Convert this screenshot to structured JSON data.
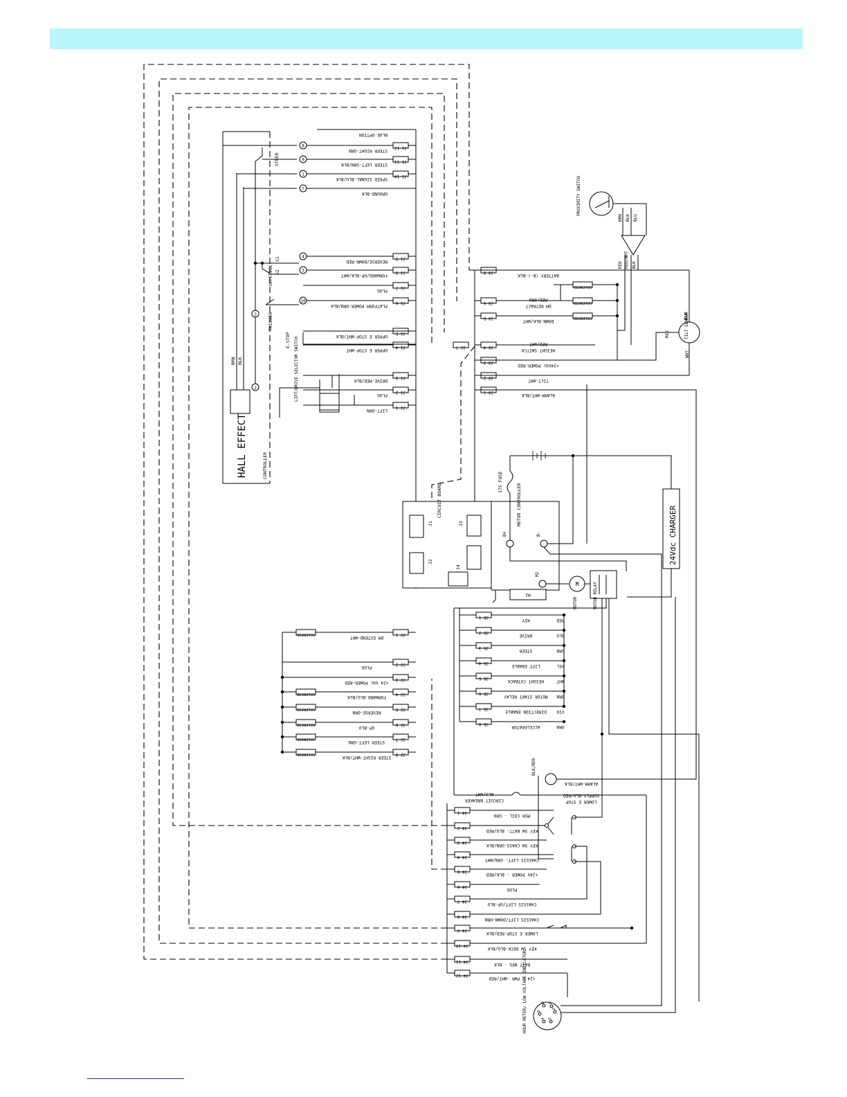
{
  "colors": {
    "header_band": "#b8f6fb",
    "footer_rule": "#1f2b9c",
    "ink": "#000000"
  },
  "controller": {
    "title": "HALL EFFECT",
    "subtitle": "CONTROLLER",
    "wires": [
      "BRN",
      "BLK"
    ],
    "steer": "STEER",
    "joystick": "JOYSTICK",
    "trigger": "TRIGGER",
    "s1": "S1",
    "s2": "S2",
    "estop": "E-STOP",
    "selector": "LIFT/DRIVE SELECTOR SWITCH"
  },
  "j1_rows": [
    {
      "label": "BLUE-OPTION",
      "pin": "",
      "num": ""
    },
    {
      "label": "STEER RIGHT-GRN",
      "pin": "J1-12",
      "num": "8"
    },
    {
      "label": "STEER LEFT-GRN/BLK",
      "pin": "J1-11",
      "num": "9"
    },
    {
      "label": "SPEED SIGNAL-BLU/BLK",
      "pin": "J1-10",
      "num": "1"
    },
    {
      "label": "GROUND-BLK",
      "pin": "",
      "num": "7"
    },
    {
      "label": "REVERSE/DOWN-RED",
      "pin": "J1-9",
      "num": "4"
    },
    {
      "label": "FORWARD/UP-BLK/WHT",
      "pin": "J1-8",
      "num": "5"
    },
    {
      "label": "PLUG",
      "pin": "J1-7",
      "num": ""
    },
    {
      "label": "PLATFORM POWER-ORN/BLK",
      "pin": "J1-6",
      "num": "10"
    },
    {
      "label": "UPPER E STOP-WHT/BLK",
      "pin": "J1-5",
      "num": ""
    },
    {
      "label": "UPPER E STOP-WHT",
      "pin": "J1-4",
      "num": ""
    },
    {
      "label": "DRIVE-RED/BLK",
      "pin": "J1-3",
      "num": ""
    },
    {
      "label": "PLUG",
      "pin": "J1-2",
      "num": ""
    },
    {
      "label": "LIFT-ORN",
      "pin": "J1-1",
      "num": ""
    }
  ],
  "j3_rows": [
    {
      "label": "BATTERY (B-)-BLK",
      "pin": "J3-8"
    },
    {
      "label": "DM RETRACT",
      "label2": "RED/GRN",
      "pin": "J3-6"
    },
    {
      "label": "DOWN-BLK/WHT",
      "pin": "J3-5"
    },
    {
      "label": "HEIGHT SWITCH",
      "label2": "RED/WHT",
      "pin": "J3-4"
    },
    {
      "label": "+24Vdc POWER-RED",
      "pin": "J3-3"
    },
    {
      "label": "TILT-WHT",
      "pin": "J3-2"
    },
    {
      "label": "ALARM-WHT/BLK",
      "pin": "J3-1"
    }
  ],
  "j3_extra_pin": "J2-7",
  "solenoid": "SOLENOID",
  "proximity": {
    "label": "PROXIMITY SWITCH",
    "wires": [
      "BRN",
      "BLK",
      "BLU"
    ],
    "feed": [
      "RED",
      "RED/WHT",
      "BLK"
    ]
  },
  "tilt": {
    "label": "TILT SENSOR",
    "wires": [
      "BLK",
      "RED",
      "WHT"
    ]
  },
  "board": {
    "label": "CIRCUIT BOARD",
    "j1": "J1",
    "j2": "J2",
    "j3": "J3",
    "j4": "J4"
  },
  "power": {
    "fuse": "175 FUSE",
    "charger": "24Vdc CHARGER",
    "motor_controller": "MOTOR CONTROLLER",
    "b_plus": "B+",
    "b_minus": "B-",
    "m2": "M2",
    "m2_label": "M2",
    "motor": "MOTOR",
    "motor_relay": "MOTOR RELAY"
  },
  "j5_rows": [
    {
      "label": "KEY",
      "color": "RED",
      "pin": "J5-1"
    },
    {
      "label": "DRIVE",
      "color": "BLU",
      "pin": "J5-2"
    },
    {
      "label": "STEER",
      "color": "GRN",
      "pin": "J5-3"
    },
    {
      "label": "LIFT ENABLE",
      "color": "YEL",
      "pin": "J5-4"
    },
    {
      "label": "HEIGHT CUTBACK",
      "color": "WHT",
      "pin": "J5-5"
    },
    {
      "label": "MOTOR START RELAY",
      "color": "BRN",
      "pin": "J5-6"
    },
    {
      "label": "DIRECTION ENABLE",
      "color": "VIO",
      "pin": "J5-7"
    },
    {
      "label": "ACCELERATOR",
      "color": "ORN",
      "pin": "J5-8"
    }
  ],
  "j2_rows": [
    {
      "label": "DM EXTEND-WHT",
      "pin": "J2-1",
      "sol": true
    },
    {
      "label": "PLUG",
      "pin": "J2-2",
      "sol": false
    },
    {
      "label": "+24 Vdc POWER-RED",
      "pin": "J2-3",
      "sol": false
    },
    {
      "label": "FORWARD-BLU/BLK",
      "pin": "J2-4",
      "sol": true
    },
    {
      "label": "REVERSE-ORN",
      "pin": "J2-5",
      "sol": true
    },
    {
      "label": "UP-BLU",
      "pin": "J2-6",
      "sol": true
    },
    {
      "label": "STEER LEFT-GRN",
      "pin": "J2-7",
      "sol": true
    },
    {
      "label": "STEER RIGHT-WHT/BLK",
      "pin": "J2-8",
      "sol": true
    }
  ],
  "j4_top": {
    "alarm": "ALARM-WHT/BLK",
    "lower_estop": "LOWER E STOP",
    "supply": "SUPPLY-BLU/RED",
    "blk_red": "BLK/RED",
    "breaker": "CIRCUIT BREAKER",
    "breaker_wire": "BLU/WHT"
  },
  "j4_rows": [
    {
      "label": "MSR COIL - GRN",
      "pin": "J4-1"
    },
    {
      "label": "KEY SW BATT- BLU/RED",
      "pin": "J4-2"
    },
    {
      "label": "KEY SW CHASS-GRN/BLK",
      "pin": "J4-3"
    },
    {
      "label": "CHASSIS LIFT- GRN/WHT",
      "pin": "J4-4"
    },
    {
      "label": "+24V POWER - BLK/RED",
      "pin": "J4-5"
    },
    {
      "label": "PLUG",
      "pin": "J4-6"
    },
    {
      "label": "CHASSIS LIFT/UP-BLU",
      "pin": "J4-7"
    },
    {
      "label": "CHASSIS LIFT/DOWN-ORN",
      "pin": "J4-8"
    },
    {
      "label": "LOWER E STOP-RED/BLK",
      "pin": "J4-9"
    },
    {
      "label": "KEY SW DECK-BLU/BLK",
      "pin": "J4-10"
    },
    {
      "label": "BATT NEG - BLK",
      "pin": "J4-11"
    },
    {
      "label": "+24 V PWR -WHT/RED",
      "pin": "J4-12"
    }
  ],
  "meter": {
    "label": "HOUR METER/ LOW VOLTAGE INDICATOR",
    "pins": [
      "1",
      "2",
      "3",
      "4",
      "5",
      "6"
    ]
  }
}
